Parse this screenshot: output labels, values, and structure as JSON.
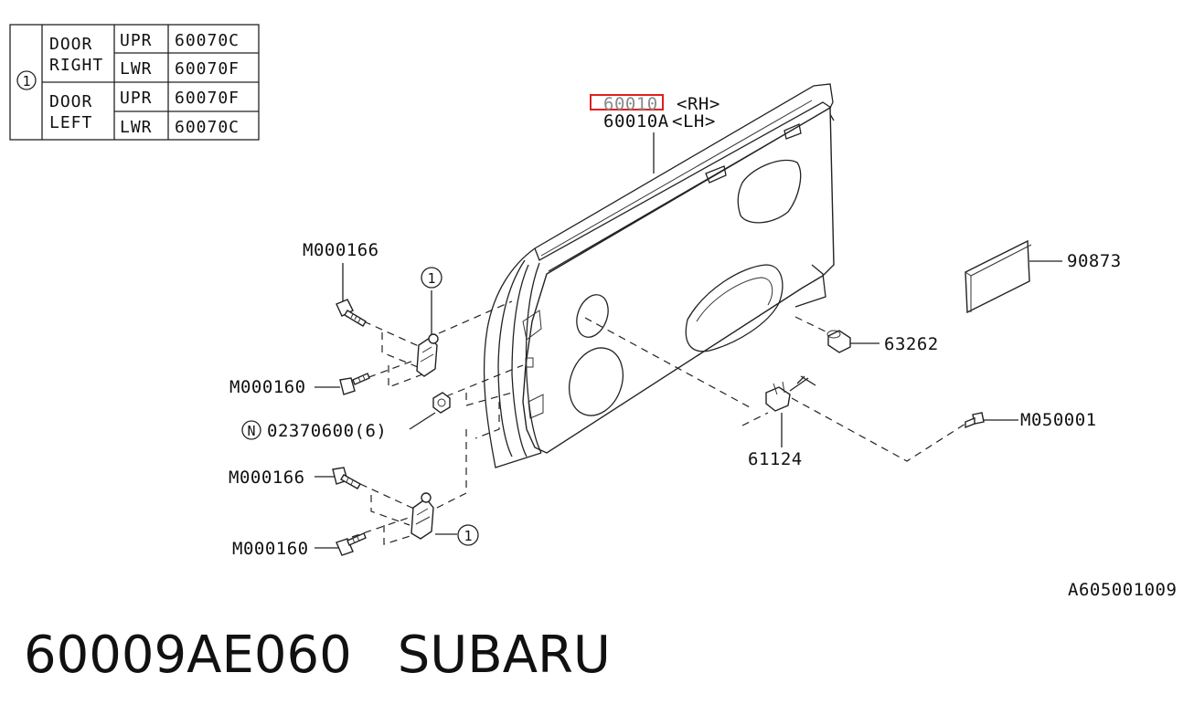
{
  "table": {
    "marker": "1",
    "rows": [
      {
        "group": "DOOR",
        "side": "RIGHT",
        "pos": "UPR",
        "part": "60070C"
      },
      {
        "group": "",
        "side": "",
        "pos": "LWR",
        "part": "60070F"
      },
      {
        "group": "DOOR",
        "side": "LEFT",
        "pos": "UPR",
        "part": "60070F"
      },
      {
        "group": "",
        "side": "",
        "pos": "LWR",
        "part": "60070C"
      }
    ]
  },
  "labels": {
    "main_part": "60010",
    "main_part_side": "<RH>",
    "alt_part": "60010A",
    "alt_part_side": "<LH>",
    "bolt_upper_top": "M000166",
    "bolt_upper_bottom": "M000160",
    "nut": "02370600(6)",
    "nut_marker": "N",
    "bolt_lower_top": "M000166",
    "bolt_lower_bottom": "M000160",
    "callout_upper": "1",
    "callout_lower": "1",
    "weatherstrip": "90873",
    "bumper": "63262",
    "clip": "61124",
    "screw": "M050001",
    "diagram_code": "A605001009"
  },
  "caption": {
    "part_number": "60009AE060",
    "brand": "SUBARU"
  },
  "colors": {
    "highlight": "#e0201b",
    "line": "#222222"
  }
}
